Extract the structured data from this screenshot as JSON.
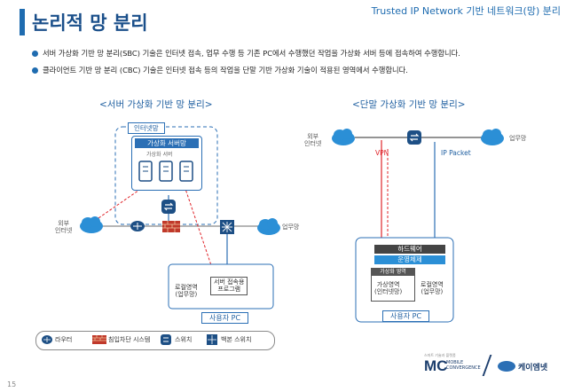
{
  "header": {
    "title": "논리적 망 분리",
    "topic": "Trusted IP Network 기반 네트워크(망) 분리"
  },
  "bullets": [
    "서버 가상화 기반 망 분리(SBC) 기술은 인터넷 접속, 업무 수행 등 기존 PC에서 수행했던 작업을 가상화 서버 등에 접속하여 수행합니다.",
    "클라이언트 기반 망 분리 (CBC) 기술은 인터넷 접속 등의 작업을 단말 기반 가상화 기술이 적용된 영역에서 수행합니다."
  ],
  "left_diagram": {
    "title": "<서버 가상화 기반 망 분리>",
    "internet_zone": "인터넷망",
    "vserver_group": "가상화 서버망",
    "vserver": "가상화 서버",
    "external_internet": "외부\n인터넷",
    "business_net": "업무망",
    "local_area": "로컬영역\n(업무망)",
    "server_access": "서버 접속용\n프로그램",
    "user_pc": "사용자 PC"
  },
  "right_diagram": {
    "title": "<단말 가상화 기반 망 분리>",
    "external_internet": "외부\n인터넷",
    "business_net": "업무망",
    "vpn": "VPN",
    "ip_packet": "IP Packet",
    "hardware": "하드웨어",
    "os": "운영체제",
    "virtual_area": "가상화 영역",
    "virtual_zone": "가상영역\n(인터넷망)",
    "local_zone": "로컬영역\n(업무망)",
    "user_pc": "사용자 PC"
  },
  "legend": {
    "router": "라우터",
    "ips": "침입차단 시스템",
    "switch": "스위치",
    "backbone": "백본 스위치"
  },
  "footer": {
    "page": "15",
    "logo_mc_small": "스마트 기술과 플랫폼",
    "logo_mc": "MC",
    "logo_mc_text": "MOBILE\nCONVERGENCE",
    "logo_kt": "케이엠넷"
  },
  "colors": {
    "accent": "#1f6cb0",
    "title": "#1a4f8a",
    "vpn_red": "#e0242a",
    "cloud": "#2b8fd6"
  }
}
